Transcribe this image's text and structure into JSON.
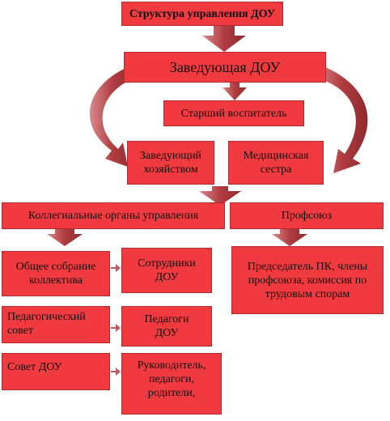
{
  "title": "Структура управления ДОУ",
  "head": "Заведующая ДОУ",
  "senior": "Старший воспитатель",
  "household": "Заведующий хозяйством",
  "nurse": "Медицинская сестра",
  "collegial": "Коллегиальные органы управления",
  "union": "Профсоюз",
  "union_members": "Председатель ПК, члены профсоюза, комиссия по трудовым спорам",
  "general_meeting": "Общее собрание коллектива",
  "employees": "Сотрудники ДОУ",
  "ped_council": "Педагогический совет",
  "teachers": "Педагоги ДОУ",
  "dou_council": "Совет ДОУ",
  "council_members": "Руководитель, педагоги, родители,",
  "colors": {
    "box": "#f03a40",
    "border": "#b02a2e",
    "arrow": "#a8363a"
  }
}
